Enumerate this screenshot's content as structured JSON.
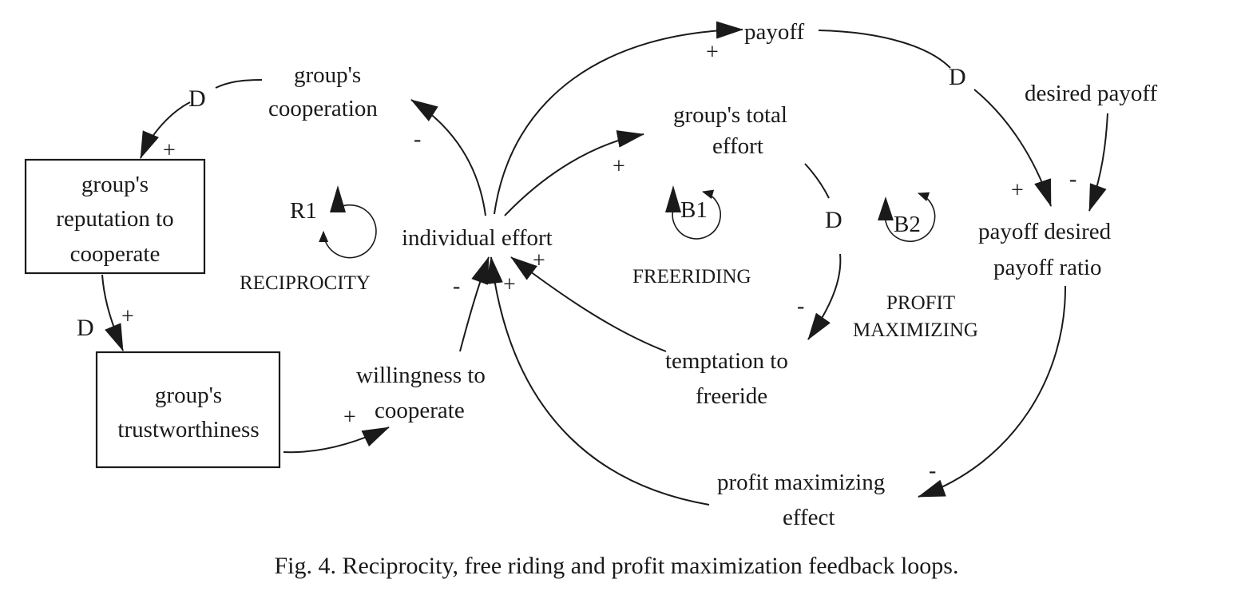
{
  "nodes": {
    "groups_cooperation": [
      "group's",
      "cooperation"
    ],
    "reputation": [
      "group's",
      "reputation to",
      "cooperate"
    ],
    "trustworthiness": [
      "group's",
      "trustworthiness"
    ],
    "willingness": [
      "willingness to",
      "cooperate"
    ],
    "individual_effort": "individual effort",
    "payoff": "payoff",
    "total_effort": [
      "group's total",
      "effort"
    ],
    "desired_payoff": "desired payoff",
    "payoff_ratio": [
      "payoff desired",
      "payoff ratio"
    ],
    "temptation": [
      "temptation to",
      "freeride"
    ],
    "profit_effect": [
      "profit maximizing",
      "effect"
    ]
  },
  "loops": {
    "r1": "R1",
    "b1": "B1",
    "b2": "B2",
    "reciprocity": "RECIPROCITY",
    "freeriding": "FREERIDING",
    "profit": [
      "PROFIT",
      "MAXIMIZING"
    ]
  },
  "signs": {
    "plus": "+",
    "minus": "-"
  },
  "delay_mark": "D",
  "caption": "Fig. 4. Reciprocity, free riding and profit maximization feedback loops."
}
